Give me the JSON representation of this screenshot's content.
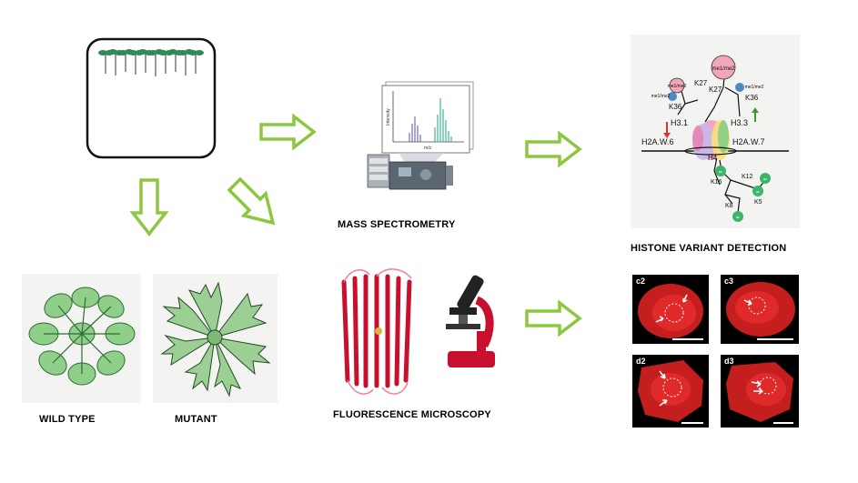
{
  "captions": {
    "mass_spectrometry": "MASS SPECTROMETRY",
    "histone_variant_detection": "HISTONE VARIANT DETECTION",
    "wild_type": "WILD TYPE",
    "mutant": "MUTANT",
    "fluorescence_microscopy": "FLUORESCENCE MICROSCOPY"
  },
  "spectrum": {
    "ylabel": "Intensity",
    "xlabel": "m/z"
  },
  "histone": {
    "top_mod": "me1/me2",
    "left_mod_1": "me1/me2",
    "left_mod_2": "me1/me2",
    "right_mod": "me1/me2",
    "k27_left": "K27",
    "k27_top": "K27",
    "k36_left": "K36",
    "k36_right": "K36",
    "h3_1": "H3.1",
    "h3_3": "H3.3",
    "h2aw6": "H2A.W.6",
    "h2aw7": "H2A.W.7",
    "h4": "H4",
    "k12": "K12",
    "k16": "K16",
    "k5": "K5",
    "k8": "K8",
    "ac": "ac"
  },
  "micrographs": [
    {
      "label": "c2"
    },
    {
      "label": "c3"
    },
    {
      "label": "d2"
    },
    {
      "label": "d3"
    }
  ],
  "colors": {
    "arrow_green": "#8dc63f",
    "seedling_green": "#2e8b57",
    "red_protein": "#c8102e",
    "up_arrow": "#3a9b2c",
    "down_arrow": "#d33"
  }
}
